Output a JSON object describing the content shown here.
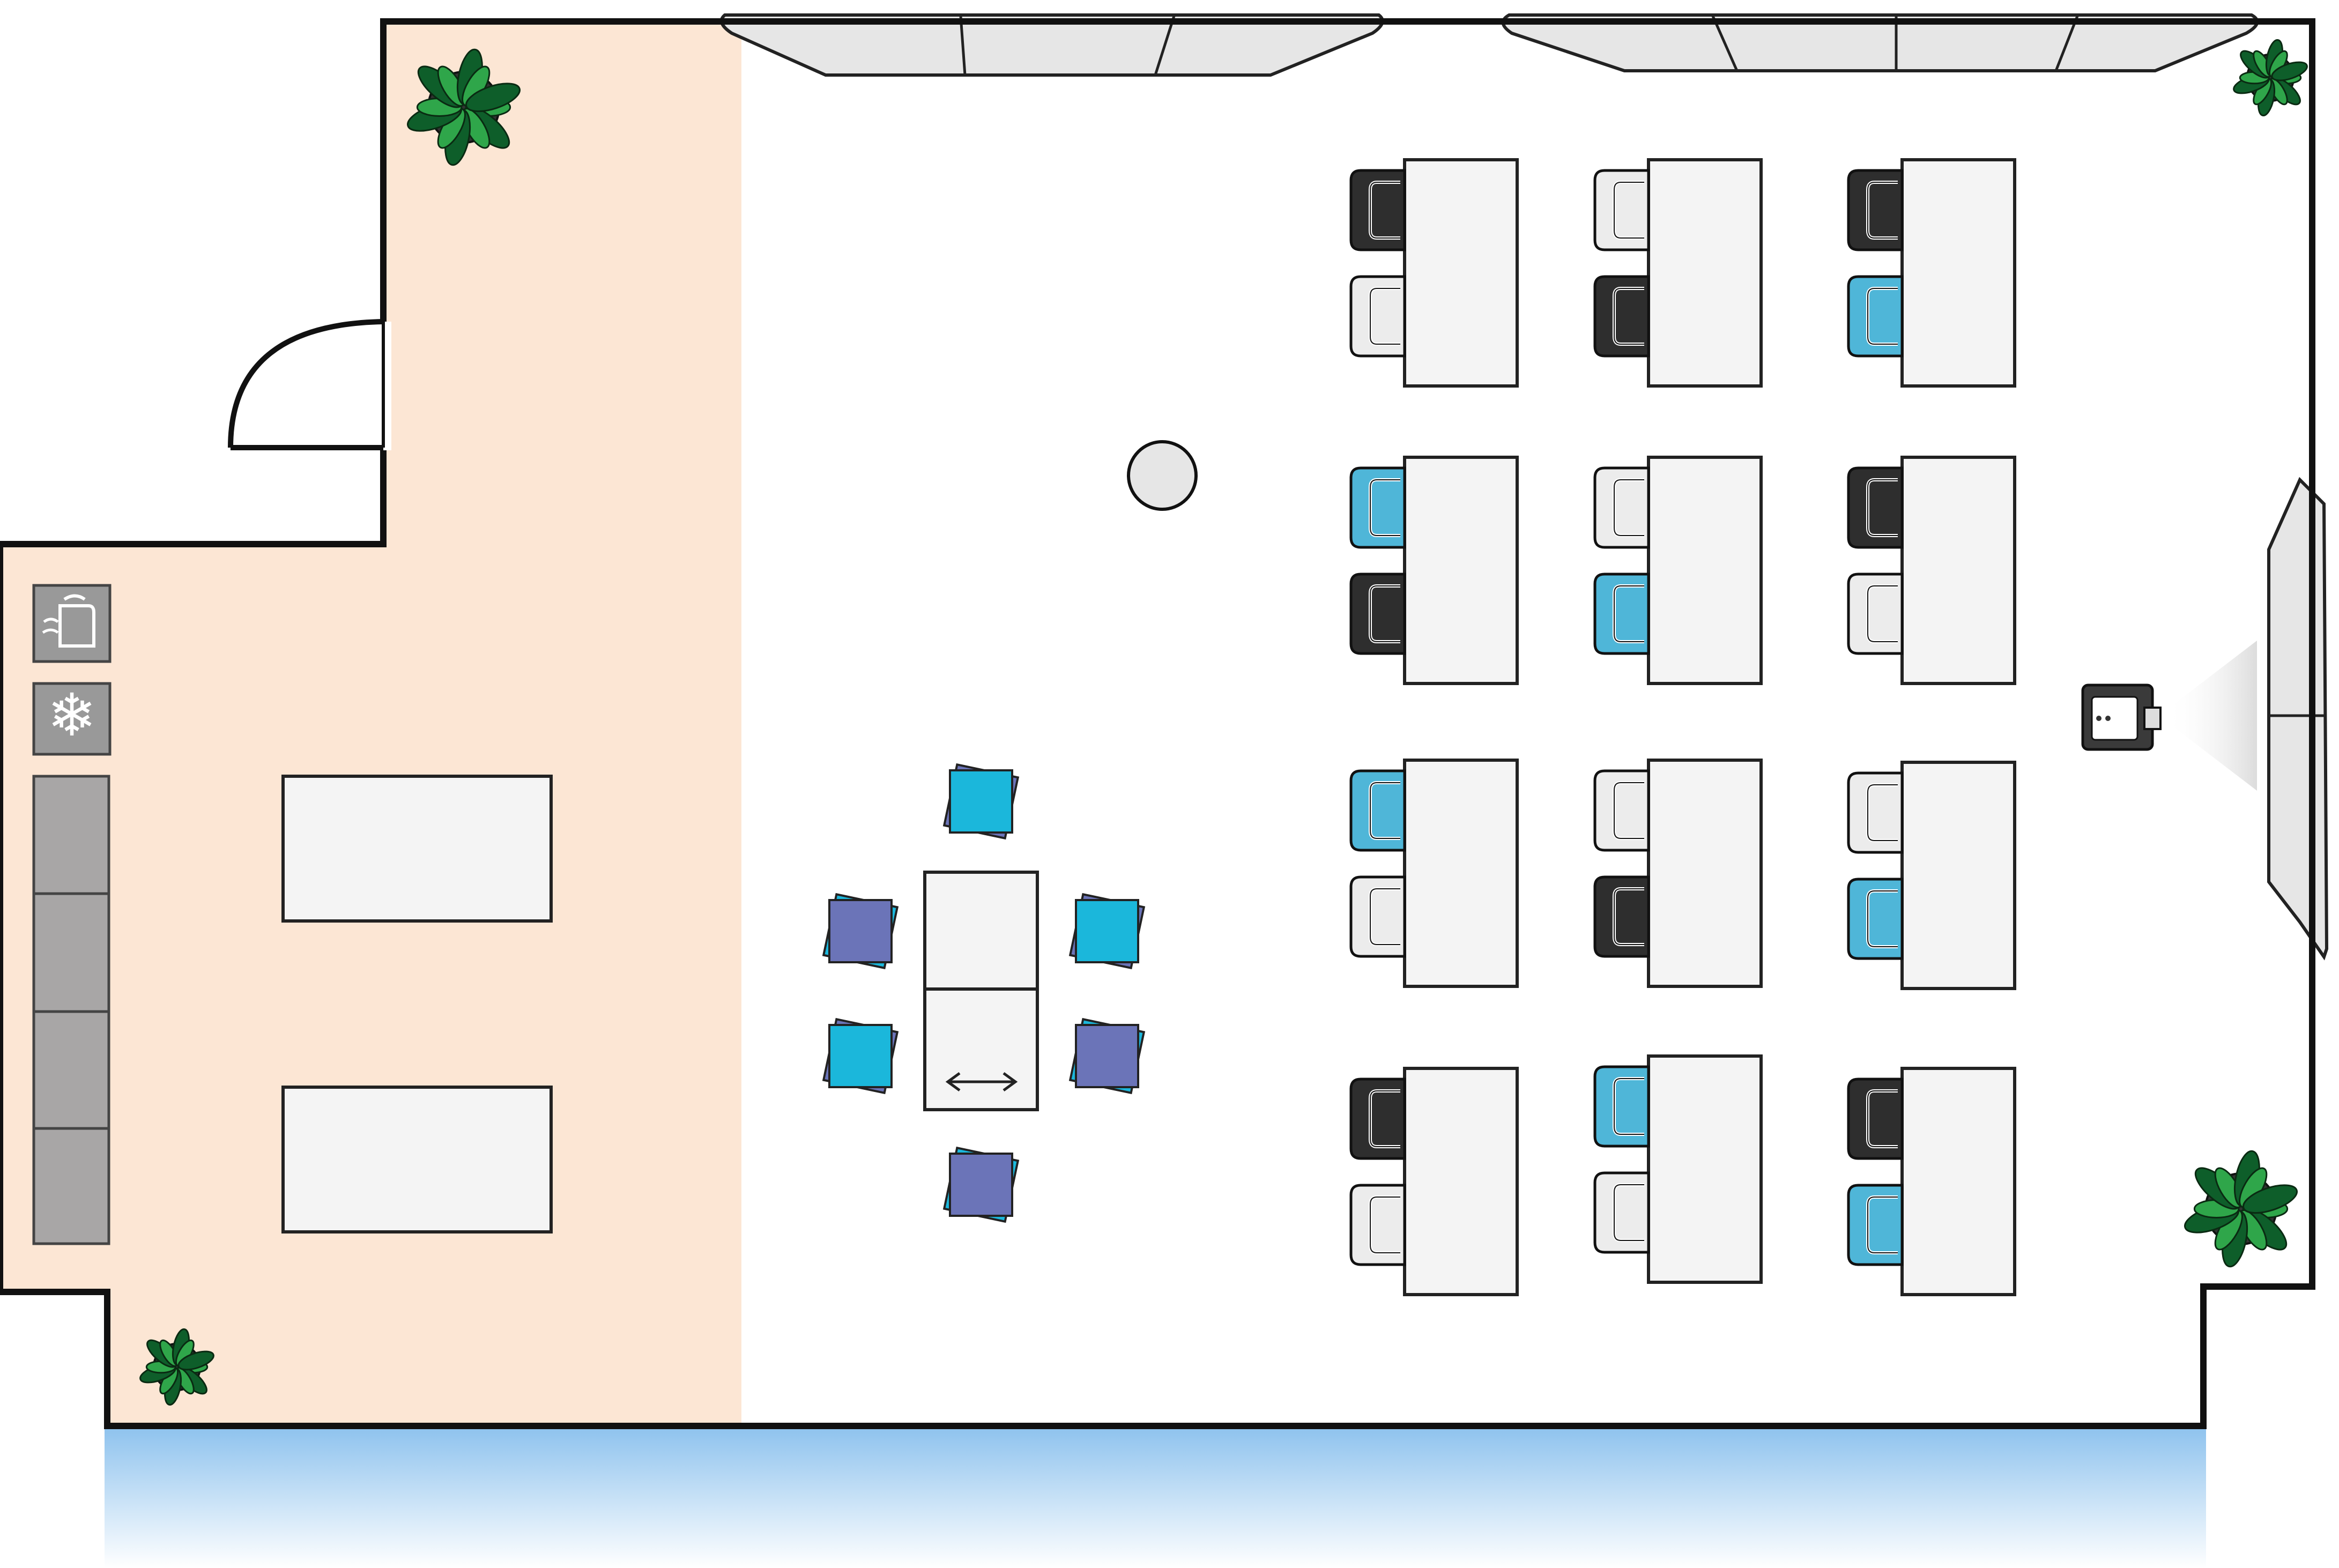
{
  "colors": {
    "wall": "#111111",
    "floor": "#ffffff",
    "kitchen_floor": "#fce6d4",
    "table_fill": "#f4f4f4",
    "table_stroke": "#222222",
    "chair_black": "#2e2e2e",
    "chair_white": "#ececec",
    "chair_blue": "#4fb6d8",
    "cushion_cyan": "#1bb7db",
    "cushion_purple": "#6b74b8",
    "counter": "#a8a6a6",
    "appliance": "#999999",
    "plant_dark": "#0e5e2a",
    "plant_light": "#2fa64a",
    "sofa": "#e6e6e6",
    "water_top": "#8fc3ee",
    "water_bottom": "#ffffff"
  },
  "icons": {
    "kettle": "kettle-icon",
    "fridge": "snowflake-icon",
    "projector": "projector-icon",
    "adjustable_table": "double-arrow-icon",
    "plant": "plant-icon",
    "pillar": "pillar-icon",
    "door": "door-icon"
  },
  "desk_grid": {
    "rows": 4,
    "columns": 3,
    "chair_colors": [
      [
        [
          "black",
          "white"
        ],
        [
          "white",
          "black"
        ],
        [
          "black",
          "blue"
        ]
      ],
      [
        [
          "blue",
          "black"
        ],
        [
          "white",
          "blue"
        ],
        [
          "black",
          "white"
        ]
      ],
      [
        [
          "blue",
          "white"
        ],
        [
          "white",
          "black"
        ],
        [
          "white",
          "blue"
        ]
      ],
      [
        [
          "black",
          "white"
        ],
        [
          "blue",
          "white"
        ],
        [
          "black",
          "blue"
        ]
      ]
    ]
  },
  "lounge": {
    "cushion_colors": [
      "cyan",
      "purple",
      "cyan",
      "cyan",
      "purple",
      "purple"
    ],
    "adjustable_table_sections": 2
  },
  "kitchen": {
    "appliances": [
      "kettle",
      "fridge"
    ],
    "counter_units": 4,
    "tables": 2
  },
  "plants": 4
}
